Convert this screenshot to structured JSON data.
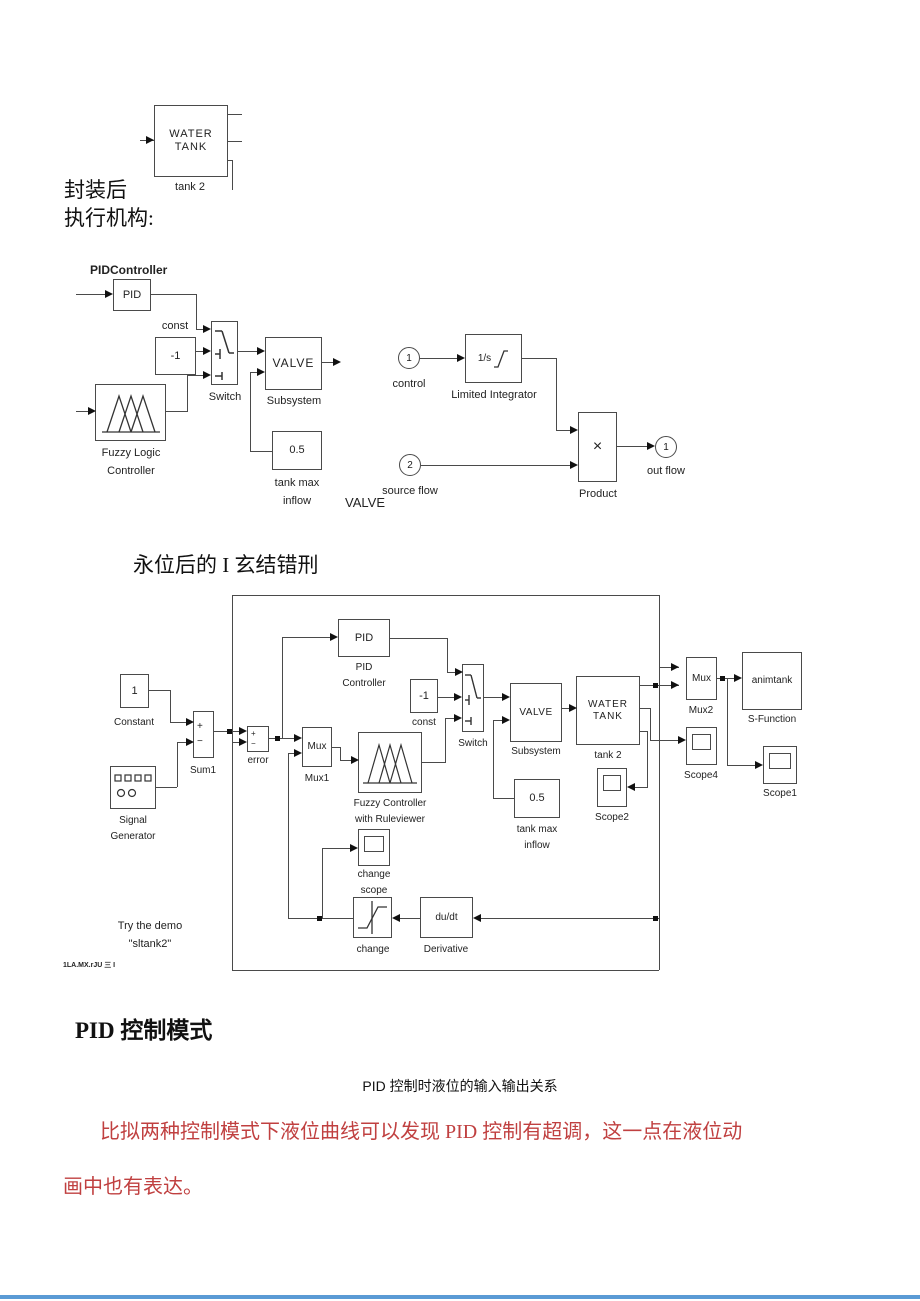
{
  "signs": {
    "plus": "+",
    "minus": "−"
  },
  "page": {
    "fengzhuang": "封装后",
    "zhixing": "执行机构:",
    "mid_caption": "永位后的 I 玄结错刑",
    "pid_heading": "PID 控制模式",
    "fig_caption": "PID 控制时液位的输入输出关系",
    "red_line1": "比拟两种控制模式下液位曲线可以发现 PID 控制有超调，这一点在液位动",
    "red_line2": "画中也有表达。",
    "tiny_footer": "1LA.MX.rJU 三 I"
  },
  "d1": {
    "tank_line1": "WATER",
    "tank_line2": "TANK",
    "tank_name": "tank 2"
  },
  "d2": {
    "title": "PIDController",
    "pid": "PID",
    "const_label": "const",
    "neg1": "-1",
    "switch_label": "Switch",
    "valve": "VALVE",
    "subsystem": "Subsystem",
    "fuzzy_line1": "Fuzzy Logic",
    "fuzzy_line2": "Controller",
    "half": "0.5",
    "tankmax_line1": "tank max",
    "tankmax_line2": "inflow",
    "diagram_title": "VALVE",
    "in1_num": "1",
    "in1_label": "control",
    "integrator_text": "1/s",
    "integrator_label": "Limited Integrator",
    "in2_num": "2",
    "in2_label": "source flow",
    "product_sign": "×",
    "product_label": "Product",
    "out_num": "1",
    "out_label": "out flow"
  },
  "d3": {
    "one": "1",
    "constant": "Constant",
    "siggen_line1": "Signal",
    "siggen_line2": "Generator",
    "sum1": "Sum1",
    "error": "error",
    "mux": "Mux",
    "mux1": "Mux1",
    "mux2": "Mux2",
    "pid": "PID",
    "pid_lbl1": "PID",
    "pid_lbl2": "Controller",
    "neg1": "-1",
    "const_label": "const",
    "switch_label": "Switch",
    "fuzzy_lbl1": "Fuzzy Controller",
    "fuzzy_lbl2": "with Ruleviewer",
    "valve": "VALVE",
    "subsystem": "Subsystem",
    "half": "0.5",
    "tankmax_line1": "tank max",
    "tankmax_line2": "inflow",
    "tank_line1": "WATER",
    "tank_line2": "TANK",
    "tank_name": "tank 2",
    "scope2": "Scope2",
    "scope4": "Scope4",
    "scope1": "Scope1",
    "animtank": "animtank",
    "sfunction": "S-Function",
    "changescope_line1": "change",
    "changescope_line2": "scope",
    "change": "change",
    "dudt": "du/dt",
    "derivative": "Derivative",
    "try_line1": "Try the demo",
    "try_line2": "\"sltank2\""
  }
}
